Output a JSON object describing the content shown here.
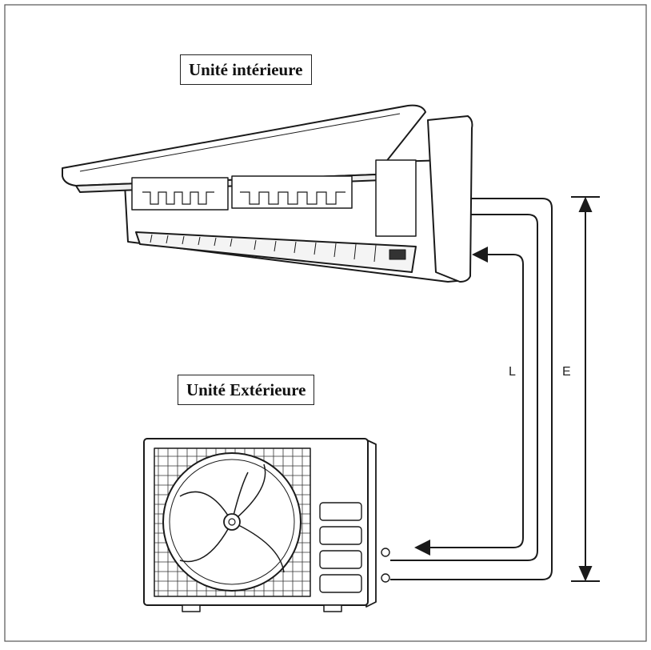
{
  "labels": {
    "indoor_unit": "Unité intérieure",
    "outdoor_unit": "Unité Extérieure",
    "dimension_l": "L",
    "dimension_e": "E"
  },
  "colors": {
    "line": "#1a1a1a",
    "frame": "#555555",
    "background": "#ffffff"
  }
}
